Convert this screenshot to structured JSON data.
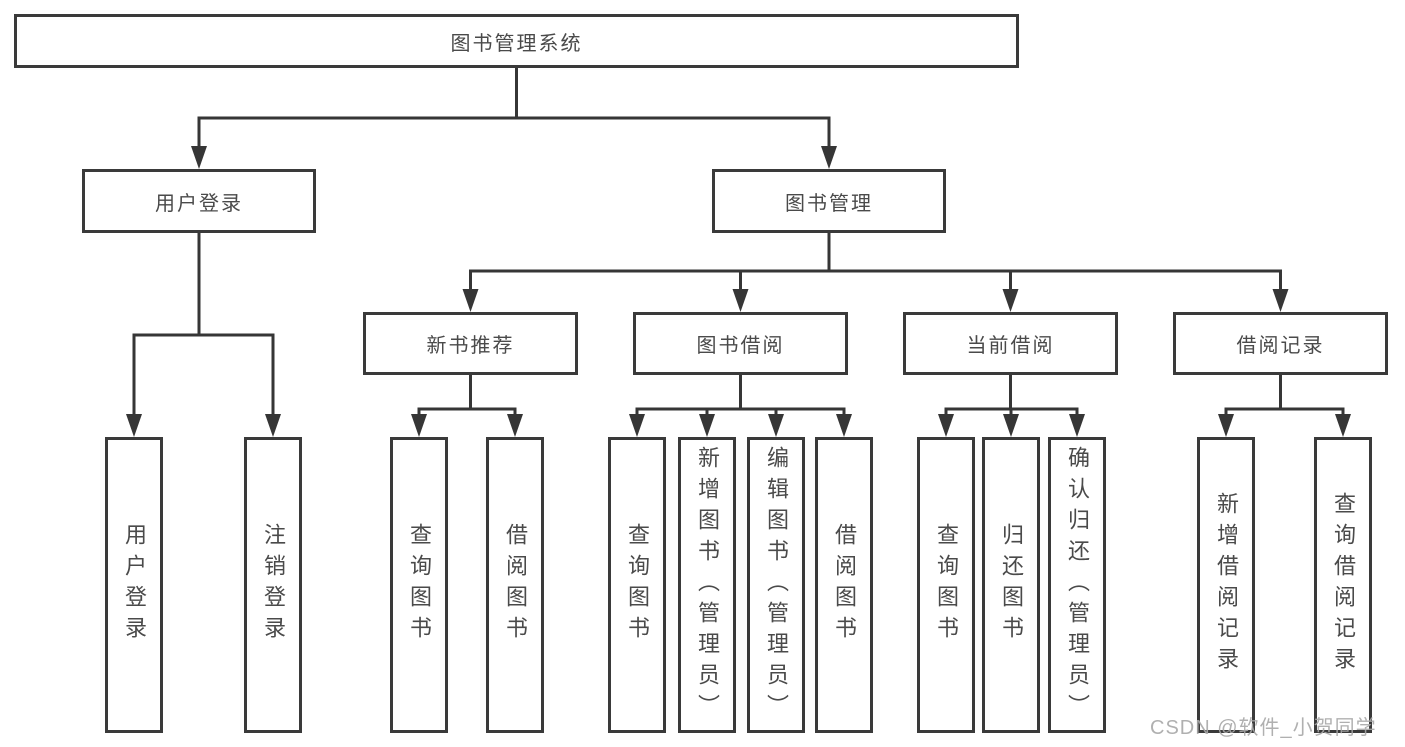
{
  "diagram": {
    "root": {
      "label": "图书管理系统"
    },
    "children": [
      {
        "label": "用户登录",
        "children": [
          {
            "label": "用户登录"
          },
          {
            "label": "注销登录"
          }
        ]
      },
      {
        "label": "图书管理",
        "children": [
          {
            "label": "新书推荐",
            "children": [
              {
                "label": "查询图书"
              },
              {
                "label": "借阅图书"
              }
            ]
          },
          {
            "label": "图书借阅",
            "children": [
              {
                "label": "查询图书"
              },
              {
                "label": "新增图书（管理员）"
              },
              {
                "label": "编辑图书（管理员）"
              },
              {
                "label": "借阅图书"
              }
            ]
          },
          {
            "label": "当前借阅",
            "children": [
              {
                "label": "查询图书"
              },
              {
                "label": "归还图书"
              },
              {
                "label": "确认归还（管理员）"
              }
            ]
          },
          {
            "label": "借阅记录",
            "children": [
              {
                "label": "新增借阅记录"
              },
              {
                "label": "查询借阅记录"
              }
            ]
          }
        ]
      }
    ]
  },
  "watermark": "CSDN @软件_小贺同学",
  "colors": {
    "line": "#363636",
    "box_border": "#3a3a3a",
    "text": "#4a4a4a",
    "watermark": "#a8a8a8",
    "background": "#ffffff"
  }
}
